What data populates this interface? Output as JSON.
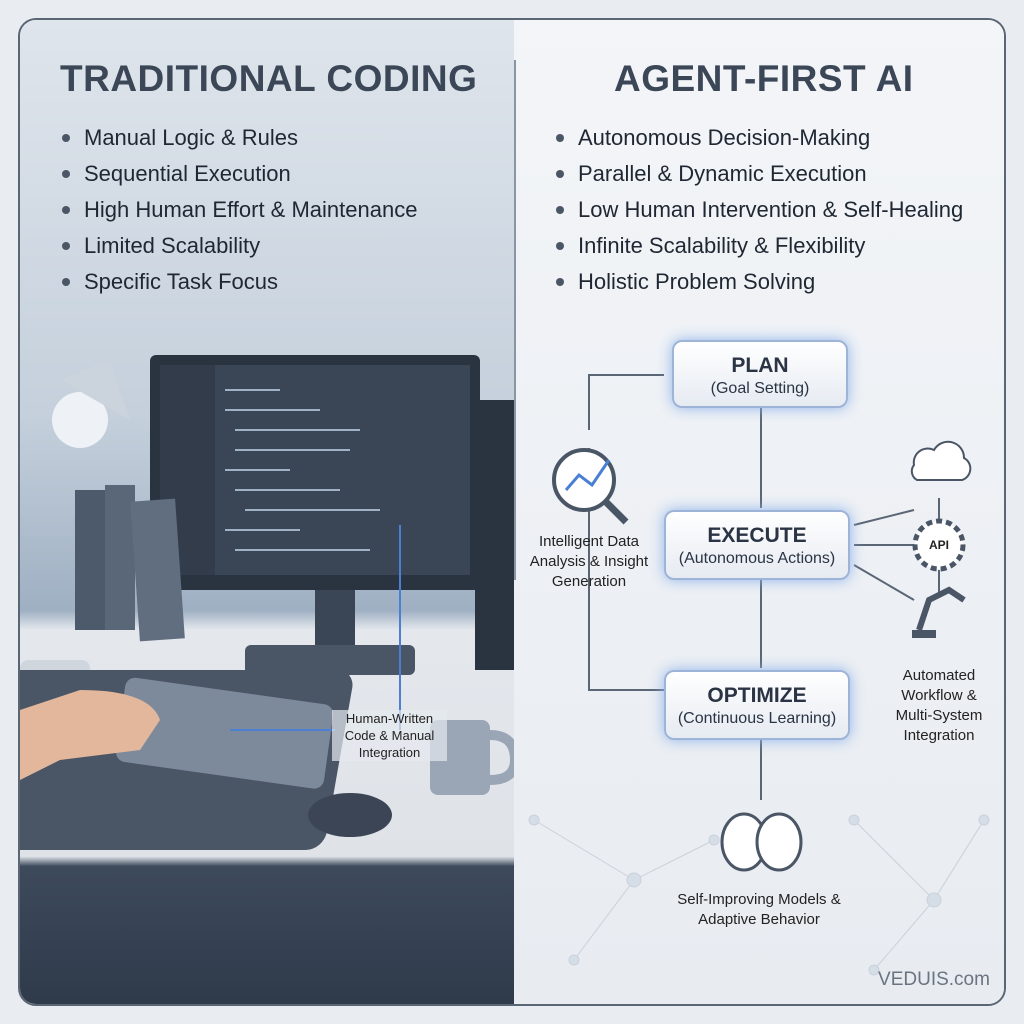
{
  "left": {
    "title": "TRADITIONAL CODING",
    "bullets": [
      "Manual Logic & Rules",
      "Sequential Execution",
      "High Human Effort & Maintenance",
      "Limited Scalability",
      "Specific Task Focus"
    ],
    "callout": "Human-Written Code & Manual Integration"
  },
  "right": {
    "title": "AGENT-FIRST AI",
    "bullets": [
      "Autonomous Decision-Making",
      "Parallel & Dynamic Execution",
      "Low Human Intervention & Self-Healing",
      "Infinite Scalability & Flexibility",
      "Holistic Problem Solving"
    ],
    "plan": {
      "title": "PLAN",
      "subtitle": "(Goal Setting)"
    },
    "execute": {
      "title": "EXECUTE",
      "subtitle": "(Autonomous Actions)"
    },
    "optimize": {
      "title": "OPTIMIZE",
      "subtitle": "(Continuous Learning)"
    },
    "analysis_label": "Intelligent Data Analysis & Insight Generation",
    "workflow_label": "Automated Workflow & Multi-System Integration",
    "api_label": "API",
    "brain_label": "Self-Improving Models & Adaptive Behavior"
  },
  "watermark": "VEDUIS.com",
  "colors": {
    "accent": "#8fb3ea",
    "text": "#3b4656"
  }
}
